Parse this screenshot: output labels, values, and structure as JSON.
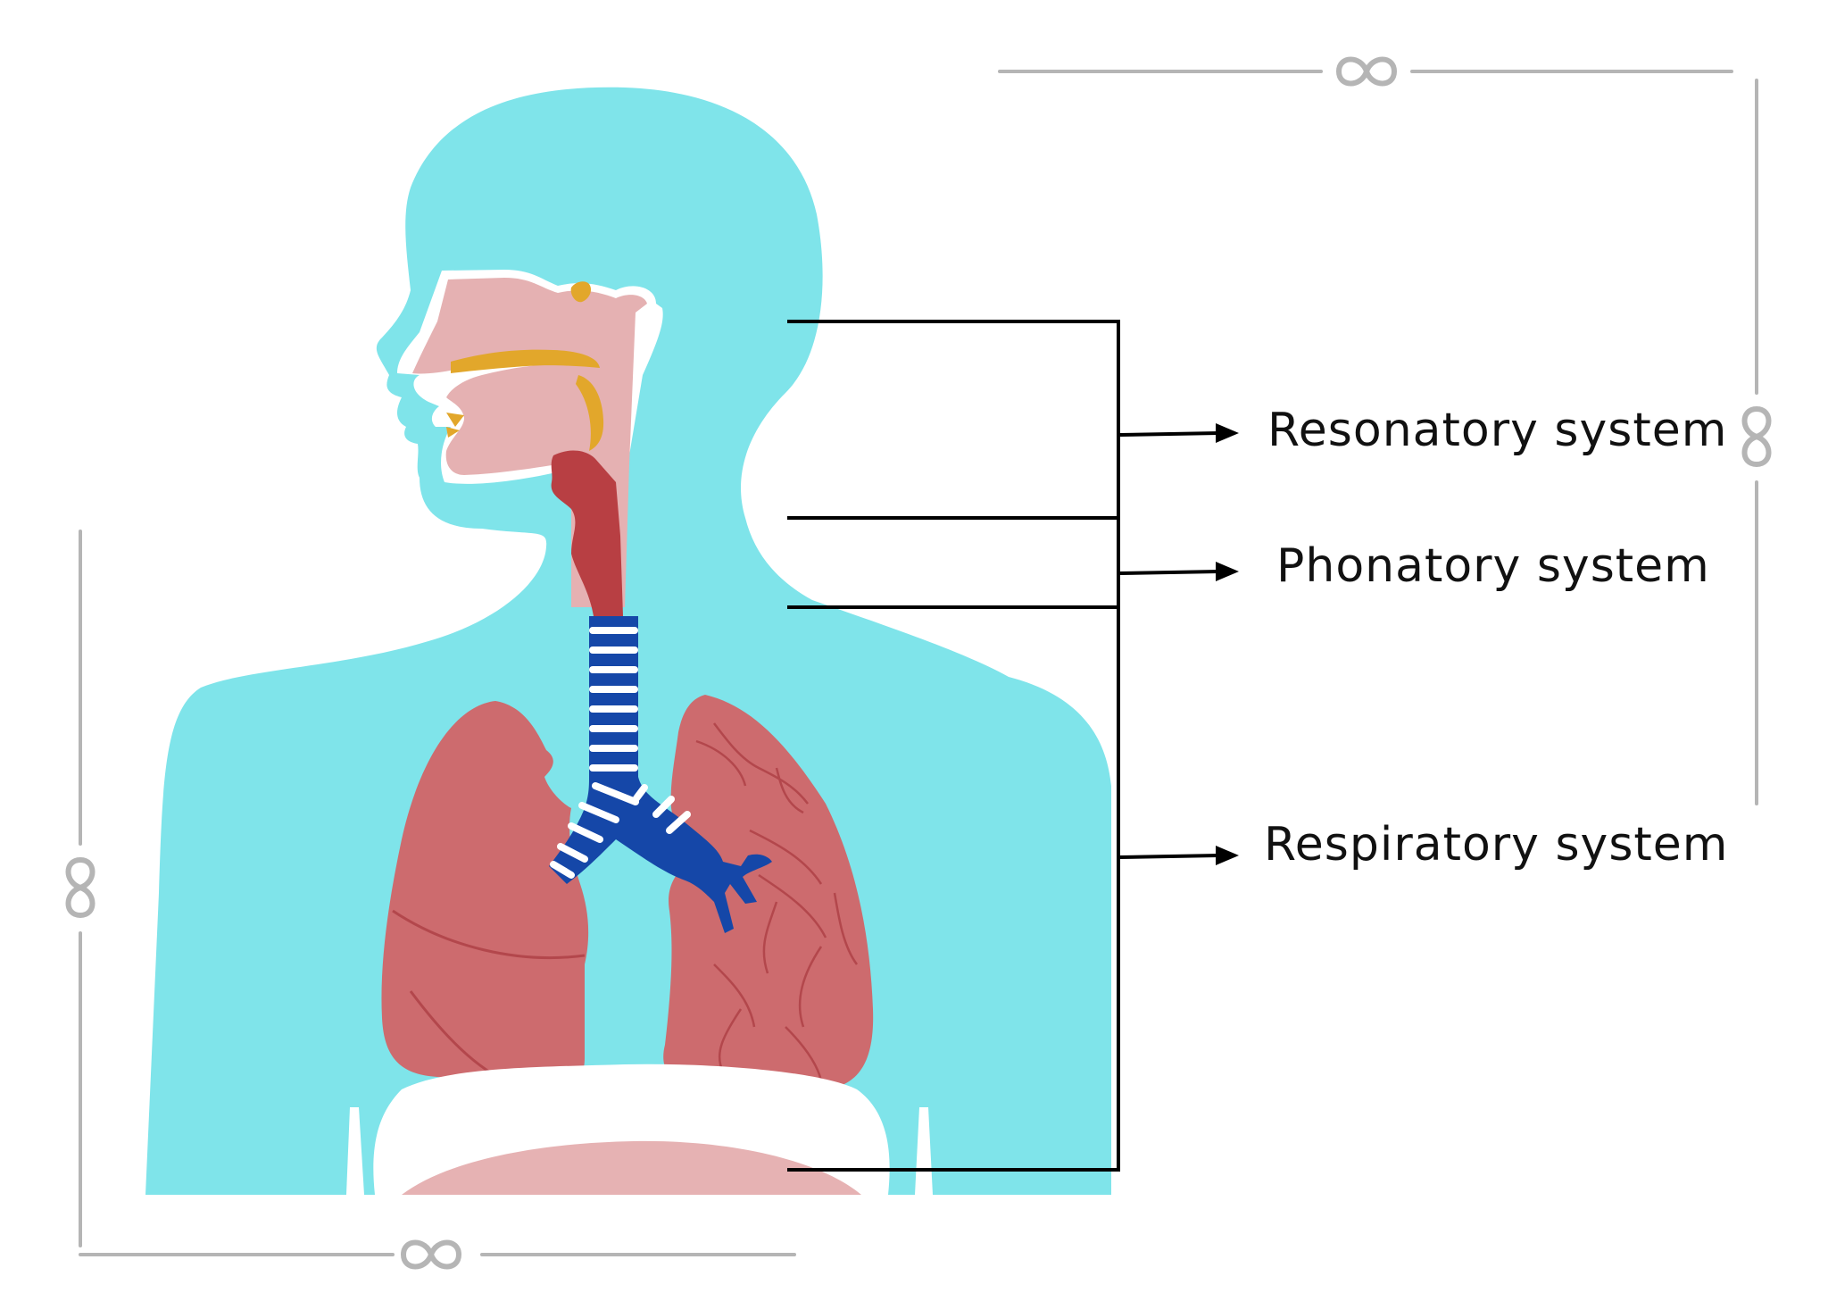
{
  "labels": {
    "resonatory": "Resonatory system",
    "phonatory": "Phonatory system",
    "respiratory": "Respiratory system"
  },
  "colors": {
    "body": "#7fe4ea",
    "lung": "#cd6b6e",
    "lung_vein": "#b3474c",
    "trachea": "#1547a8",
    "larynx": "#b83f43",
    "oral_cavity": "#e5b1b2",
    "bone": "#e2a72b",
    "diaphragm": "#e6b2b3",
    "frame_ornament": "#b5b5b5",
    "bracket": "#000000"
  }
}
